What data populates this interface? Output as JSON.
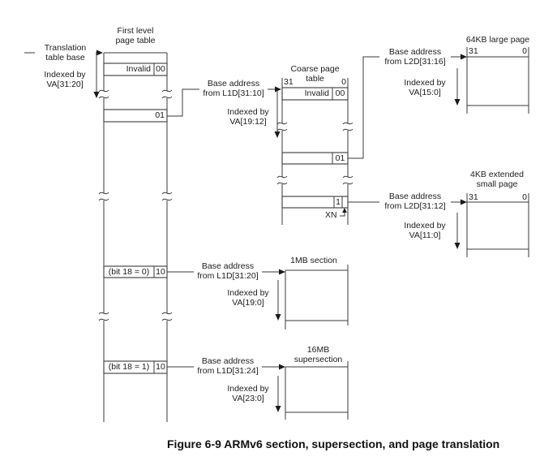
{
  "colors": {
    "background": "#ffffff",
    "line": "#3a3a3a",
    "text": "#1c1c1c"
  },
  "caption": "Figure 6-9 ARMv6 section, supersection, and page translation",
  "first_level_table": {
    "title": "First level\npage table",
    "base_pointer": "Translation\ntable base",
    "index": "Indexed by\nVA[31:20]",
    "invalid_label": "Invalid",
    "invalid_type_bits": "00",
    "coarse_type_bits": "01",
    "section_label": "(bit 18 = 0)",
    "section_type_bits": "10",
    "supersection_label": "(bit 18 = 1)",
    "supersection_type_bits": "10"
  },
  "coarse_page_table": {
    "title": "Coarse page\ntable",
    "bit_high": "31",
    "bit_low": "0",
    "base_address": "Base address\nfrom L1D[31:10]",
    "index": "Indexed by\nVA[19:12]",
    "invalid_label": "Invalid",
    "invalid_type_bits": "00",
    "large_page_type_bits": "01",
    "small_page_type_bit": "1",
    "xn_label": "XN"
  },
  "large_page": {
    "title": "64KB large page",
    "bit_high": "31",
    "bit_low": "0",
    "base_address": "Base address\nfrom L2D[31:16]",
    "index": "Indexed by\nVA[15:0]"
  },
  "small_page": {
    "title": "4KB extended\nsmall page",
    "bit_high": "31",
    "bit_low": "0",
    "base_address": "Base address\nfrom L2D[31:12]",
    "index": "Indexed by\nVA[11:0]"
  },
  "section": {
    "title": "1MB section",
    "base_address": "Base address\nfrom L1D[31:20]",
    "index": "Indexed by\nVA[19:0]"
  },
  "supersection": {
    "title": "16MB\nsupersection",
    "base_address": "Base address\nfrom L1D[31:24]",
    "index": "Indexed by\nVA[23:0]"
  }
}
